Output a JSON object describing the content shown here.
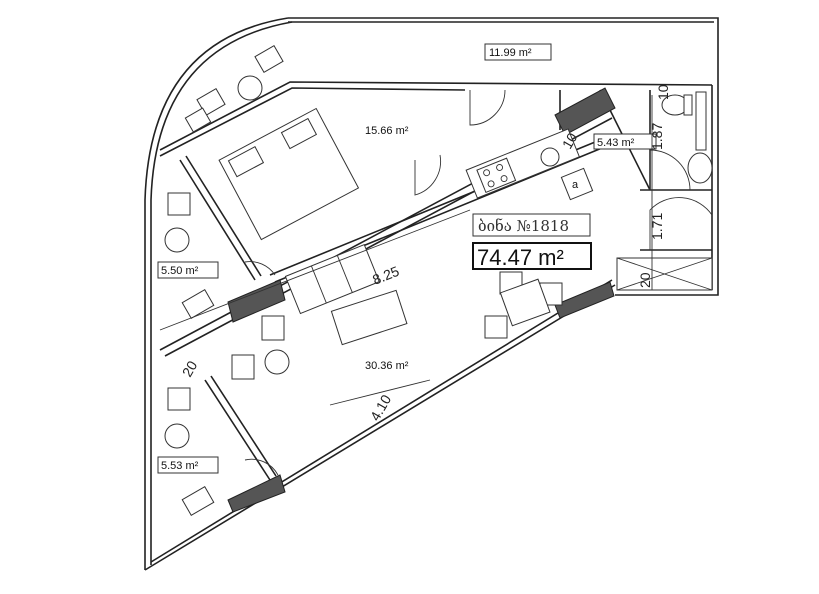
{
  "plan": {
    "apartment_label": "ბინა №1818",
    "total_area": "74.47 m²",
    "rooms": [
      {
        "name": "balcony-top",
        "area": "11.99 m²"
      },
      {
        "name": "bedroom",
        "area": "15.66 m²"
      },
      {
        "name": "bathroom",
        "area": "5.43 m²"
      },
      {
        "name": "balcony-left-upper",
        "area": "5.50 m²"
      },
      {
        "name": "living-room",
        "area": "30.36 m²"
      },
      {
        "name": "balcony-left-lower",
        "area": "5.53 m²"
      }
    ],
    "dimensions": [
      "8.25",
      "1.87",
      "1.71",
      "10",
      "10",
      "20",
      "20",
      "4.10"
    ],
    "kitchen_mark": "a"
  }
}
